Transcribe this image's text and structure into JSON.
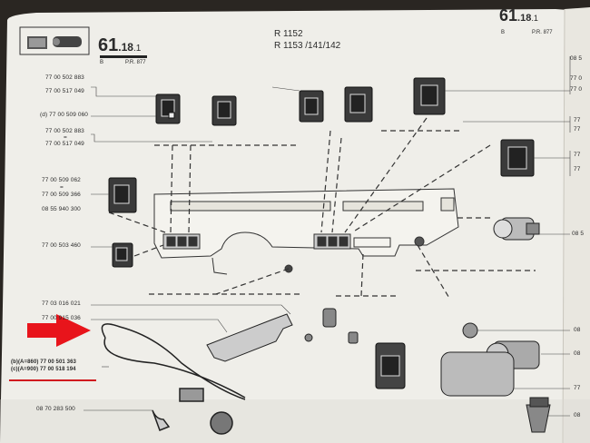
{
  "header": {
    "page_number_main": "61",
    "page_number_sub": "18",
    "page_number_suffix": ".1",
    "label_b": "B",
    "pr_code": "P.R. 877",
    "models_line1": "R 1152",
    "models_line2": "R 1153 /141/142"
  },
  "part_numbers_left": [
    "77 00 502 883",
    "77 00 517 049",
    "(d) 77 00 509 060",
    "77 00 502 883",
    "=",
    "77 00 517 049",
    "77 00 509 062",
    "=",
    "77 00 509 366",
    "08 55 940 300",
    "77 00 503 460",
    "77 03 016 021",
    "77 00 915 036",
    "(b)(A=860) 77 00 501 363",
    "(c)(A=900) 77 00 518 194",
    "08 70 283 500"
  ],
  "part_numbers_right": [
    "08 5",
    "77 0",
    "77 0",
    "77",
    "77",
    "77",
    "77",
    "08 5",
    "08",
    "08",
    "77",
    "08"
  ],
  "colors": {
    "paper": "#efeee9",
    "ink": "#2b2b2b",
    "arrow": "#e8141b",
    "underline": "#d11a1f",
    "background": "#2a2622"
  },
  "icons": [
    "cigar-lighter-icon",
    "red-arrow-icon"
  ]
}
